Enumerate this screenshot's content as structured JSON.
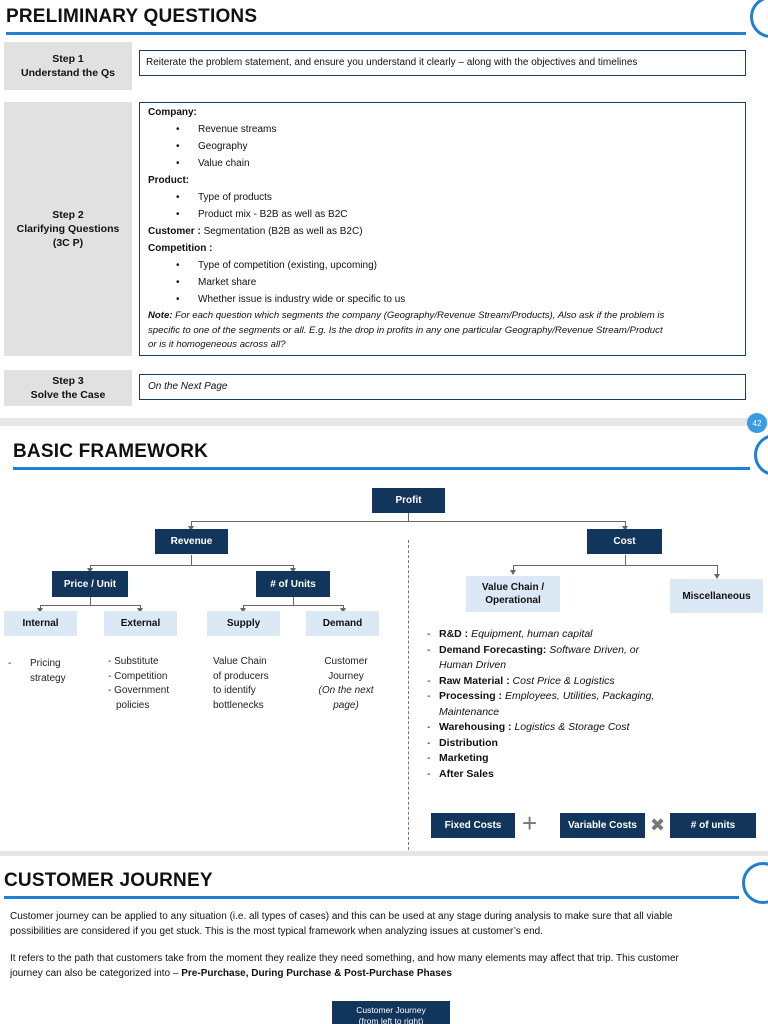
{
  "prelim": {
    "title": "PRELIMINARY QUESTIONS",
    "step1": {
      "label": "Step 1",
      "sub": "Understand the Qs",
      "content": "Reiterate the problem statement, and ensure you understand it clearly – along with the objectives and timelines"
    },
    "step2": {
      "label": "Step 2",
      "sub": "Clarifying Questions",
      "sub2": "(3C P)",
      "company_head": "Company:",
      "company_items": [
        "Revenue streams",
        "Geography",
        "Value chain"
      ],
      "product_head": "Product:",
      "product_items": [
        "Type of products",
        "Product mix - B2B as well as B2C"
      ],
      "customer_head": "Customer :",
      "customer_text": " Segmentation (B2B as well as B2C)",
      "competition_head": "Competition :",
      "competition_items": [
        "Type of competition (existing, upcoming)",
        "Market share",
        "Whether issue is industry wide or specific to us"
      ],
      "note_head": "Note:",
      "note_l1": " For each question which segments the company (Geography/Revenue Stream/Products), Also ask if the problem is",
      "note_l2": "specific to one of the segments or all. E.g. Is the drop in profits in any one particular Geography/Revenue Stream/Product",
      "note_l3": "or is it homogeneous across all?"
    },
    "step3": {
      "label": "Step 3",
      "sub": "Solve the Case",
      "content": "On the Next Page"
    },
    "page_number": "42"
  },
  "framework": {
    "title": "BASIC FRAMEWORK",
    "profit": "Profit",
    "revenue": "Revenue",
    "cost": "Cost",
    "price_unit": "Price / Unit",
    "num_units": "# of Units",
    "value_chain_l1": "Value Chain /",
    "value_chain_l2": "Operational",
    "misc": "Miscellaneous",
    "internal": "Internal",
    "external": "External",
    "supply": "Supply",
    "demand": "Demand",
    "internal_leaf": [
      "Pricing",
      "strategy"
    ],
    "external_leaf": [
      "Substitute",
      "Competition",
      "Government",
      "policies"
    ],
    "supply_leaf": [
      "Value Chain",
      "of producers",
      "to identify",
      "bottlenecks"
    ],
    "demand_leaf": [
      "Customer",
      "Journey",
      "(On the next",
      "page)"
    ],
    "cost_items": [
      {
        "head": "R&D :",
        "text": " Equipment, human capital"
      },
      {
        "head": "Demand Forecasting:",
        "text": " Software Driven, or"
      },
      {
        "head": "",
        "text": "Human Driven",
        "indent": true
      },
      {
        "head": "Raw Material :",
        "text": " Cost Price & Logistics"
      },
      {
        "head": "Processing :",
        "text": " Employees, Utilities, Packaging,"
      },
      {
        "head": "",
        "text": "Maintenance",
        "indent": true
      },
      {
        "head": "Warehousing :",
        "text": " Logistics & Storage Cost"
      },
      {
        "head": "Distribution",
        "text": ""
      },
      {
        "head": "Marketing",
        "text": ""
      },
      {
        "head": "After Sales",
        "text": ""
      }
    ],
    "fixed_costs": "Fixed Costs",
    "variable_costs": "Variable Costs",
    "units": "# of units"
  },
  "journey": {
    "title": "CUSTOMER JOURNEY",
    "p1_l1": "Customer journey can be applied to any situation (i.e. all types of cases) and this can be used at any stage during analysis to make sure that all viable",
    "p1_l2": "possibilities are considered if you get stuck. This is the most typical framework when analyzing issues at customer’s end.",
    "p2_l1": "It refers to the path that customers take from the moment they realize they need something, and how many elements may affect that trip. This customer",
    "p2_l2": "journey can also be categorized into – ",
    "p2_bold": "Pre-Purchase, During Purchase & Post-Purchase Phases",
    "box_l1": "Customer Journey",
    "box_l2": "(from left to right)"
  }
}
